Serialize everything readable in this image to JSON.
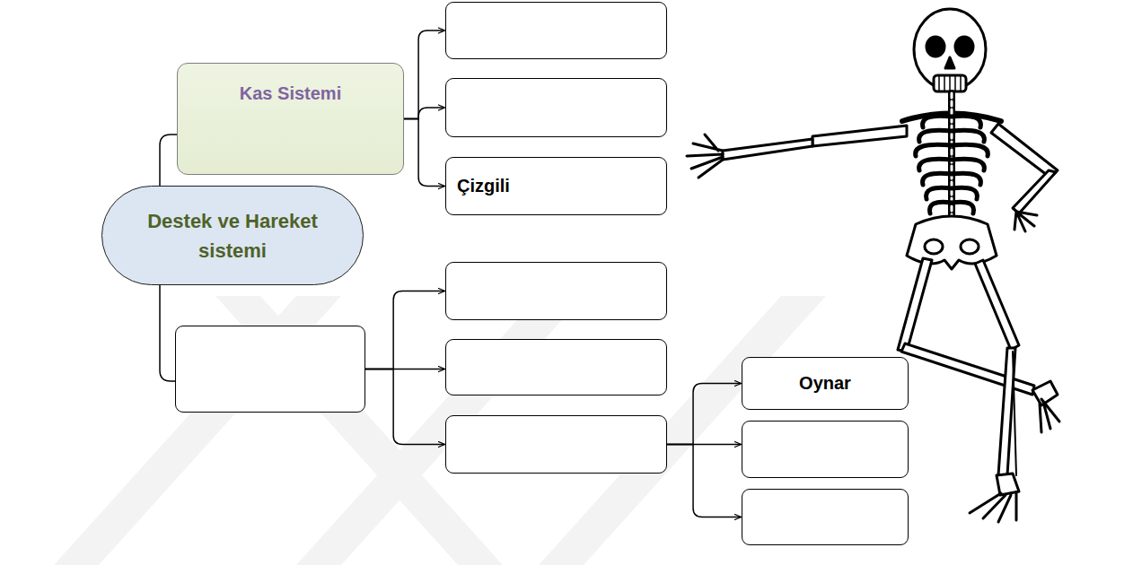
{
  "diagram": {
    "nodes": [
      {
        "text": [
          "Destek ve Hareket sistemi"
        ]
      },
      {
        "text": [
          "Kas Sistemi"
        ]
      },
      {
        "text": []
      },
      {
        "text": []
      },
      {
        "text": [
          "Çizgili"
        ]
      },
      {
        "text": []
      },
      {
        "text": []
      },
      {
        "text": []
      },
      {
        "text": []
      },
      {
        "text": [
          "Oynar"
        ]
      },
      {
        "text": []
      },
      {
        "text": []
      }
    ],
    "edges": [
      {
        "from": 0,
        "to": 1,
        "arrow": "none"
      },
      {
        "from": 0,
        "to": 5,
        "arrow": "none"
      },
      {
        "from": 1,
        "to": 2,
        "arrow": "to"
      },
      {
        "from": 1,
        "to": 3,
        "arrow": "to"
      },
      {
        "from": 1,
        "to": 4,
        "arrow": "to"
      },
      {
        "from": 5,
        "to": 6,
        "arrow": "to"
      },
      {
        "from": 5,
        "to": 7,
        "arrow": "to"
      },
      {
        "from": 5,
        "to": 8,
        "arrow": "to"
      },
      {
        "from": 8,
        "to": 9,
        "arrow": "to"
      },
      {
        "from": 8,
        "to": 10,
        "arrow": "to"
      },
      {
        "from": 8,
        "to": 11,
        "arrow": "to"
      }
    ]
  }
}
